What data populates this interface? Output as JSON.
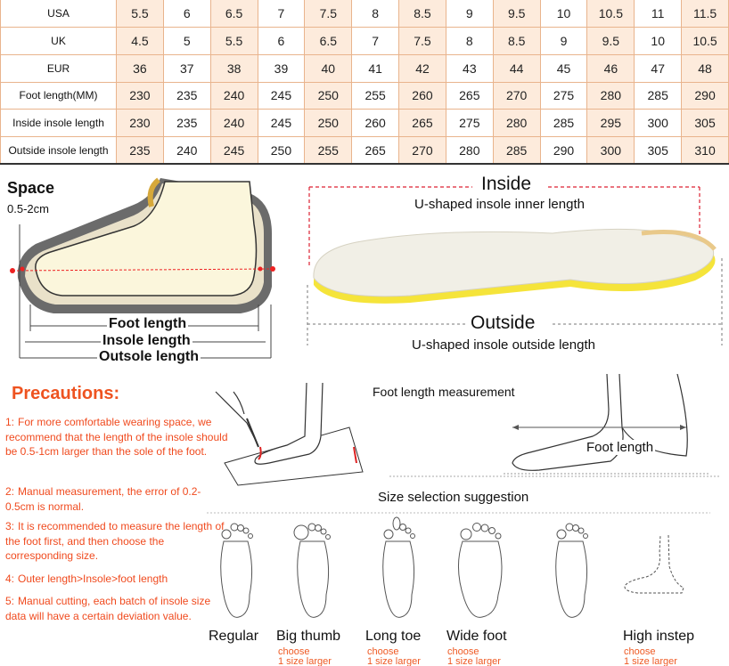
{
  "size_table": {
    "rows": [
      {
        "label": "USA",
        "values": [
          "5.5",
          "6",
          "6.5",
          "7",
          "7.5",
          "8",
          "8.5",
          "9",
          "9.5",
          "10",
          "10.5",
          "11",
          "11.5"
        ]
      },
      {
        "label": "UK",
        "values": [
          "4.5",
          "5",
          "5.5",
          "6",
          "6.5",
          "7",
          "7.5",
          "8",
          "8.5",
          "9",
          "9.5",
          "10",
          "10.5"
        ]
      },
      {
        "label": "EUR",
        "values": [
          "36",
          "37",
          "38",
          "39",
          "40",
          "41",
          "42",
          "43",
          "44",
          "45",
          "46",
          "47",
          "48"
        ]
      },
      {
        "label": "Foot length(MM)",
        "values": [
          "230",
          "235",
          "240",
          "245",
          "250",
          "255",
          "260",
          "265",
          "270",
          "275",
          "280",
          "285",
          "290"
        ]
      },
      {
        "label": "Inside insole length",
        "values": [
          "230",
          "235",
          "240",
          "245",
          "250",
          "260",
          "265",
          "275",
          "280",
          "285",
          "295",
          "300",
          "305"
        ]
      },
      {
        "label": "Outside insole length",
        "values": [
          "235",
          "240",
          "245",
          "250",
          "255",
          "265",
          "270",
          "280",
          "285",
          "290",
          "300",
          "305",
          "310"
        ]
      }
    ]
  },
  "shoe_diagram": {
    "space_title": "Space",
    "space_value": "0.5-2cm",
    "foot_length": "Foot length",
    "insole_length": "Insole length",
    "outsole_length": "Outsole length"
  },
  "insole_diagram": {
    "inside_title": "Inside",
    "inside_subtitle": "U-shaped insole inner length",
    "outside_title": "Outside",
    "outside_subtitle": "U-shaped insole outside length"
  },
  "precautions": {
    "title": "Precautions:",
    "items": [
      {
        "num": "1:",
        "text": "For more comfortable wearing space, we recommend that the length of the insole should be 0.5-1cm larger than the sole of the foot."
      },
      {
        "num": "2:",
        "text": "Manual measurement, the error of 0.2-0.5cm is normal."
      },
      {
        "num": "3:",
        "text": "It is recommended to measure the length of the foot first, and then choose  the corresponding size."
      },
      {
        "num": "4:",
        "text": "Outer length>Insole>foot length"
      },
      {
        "num": "5:",
        "text": "Manual cutting, each batch of insole size data will have a certain deviation value."
      }
    ]
  },
  "measurement": {
    "title": "Foot length measurement",
    "foot_length_label": "Foot length"
  },
  "size_selection": {
    "title": "Size selection suggestion",
    "feet": [
      {
        "label": "Regular",
        "note1": "",
        "note2": ""
      },
      {
        "label": "Big thumb",
        "note1": "choose",
        "note2": "1 size larger"
      },
      {
        "label": "Long toe",
        "note1": "choose",
        "note2": "1 size larger"
      },
      {
        "label": "Wide foot",
        "note1": "choose",
        "note2": "1 size larger"
      },
      {
        "label": "High instep",
        "note1": "choose",
        "note2": "1 size larger"
      }
    ]
  },
  "colors": {
    "accent": "#ee5320",
    "table_border": "#e9b48d",
    "table_fill": "#fdebdc",
    "insole_yellow": "#f5e43a"
  }
}
